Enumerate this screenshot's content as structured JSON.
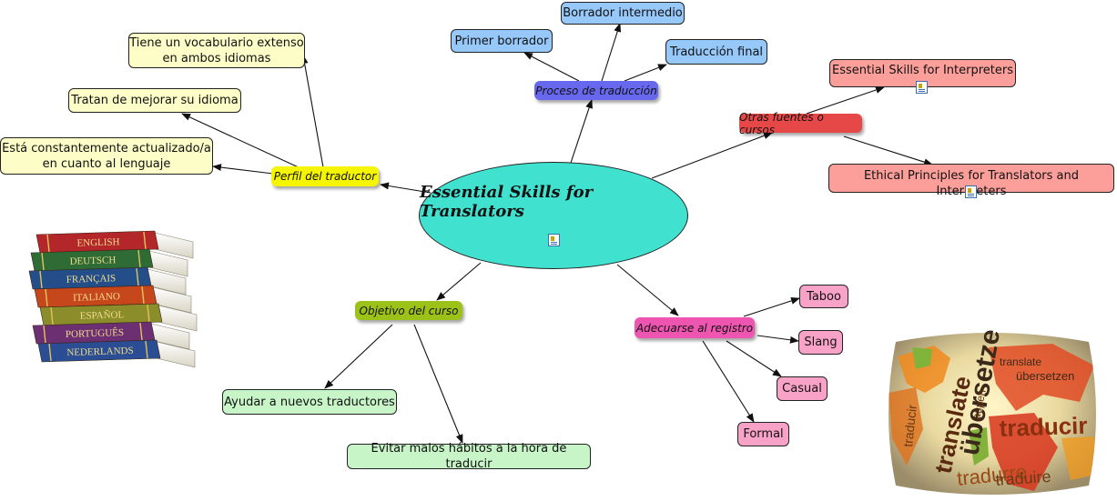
{
  "center": {
    "title": "Essential Skills for Translators",
    "icon": "note-icon"
  },
  "branches": {
    "perfil": {
      "label": "Perfil del traductor",
      "color": "#f5f500"
    },
    "proceso": {
      "label": "Proceso de traducción",
      "color": "#6464ee"
    },
    "otras": {
      "label": "Otras fuentes o cursos",
      "color": "#e64646"
    },
    "objetivo": {
      "label": "Objetivo del curso",
      "color": "#9cc21a"
    },
    "registro": {
      "label": "Adecuarse al registro",
      "color": "#ee55aa"
    }
  },
  "perfil_items": {
    "vocab_line1": "Tiene un vocabulario extenso",
    "vocab_line2": "en ambos idiomas",
    "mejorar": "Tratan de mejorar su idioma",
    "actual_line1": "Está constantemente actualizado/a",
    "actual_line2": "en cuanto al lenguaje"
  },
  "proceso_items": {
    "primer": "Primer borrador",
    "intermedio": "Borrador intermedio",
    "final": "Traducción final"
  },
  "otras_items": {
    "essential": "Essential Skills for Interpreters",
    "ethical": "Ethical Principles for Translators and Interpreters"
  },
  "objetivo_items": {
    "ayudar": "Ayudar a nuevos traductores",
    "evitar": "Evitar malos hábitos a la hora de traducir"
  },
  "registro_items": {
    "taboo": "Taboo",
    "slang": "Slang",
    "casual": "Casual",
    "formal": "Formal"
  },
  "books": {
    "spines": [
      "ENGLISH",
      "DEUTSCH",
      "FRANÇAIS",
      "ITALIANO",
      "ESPAÑOL",
      "PORTUGUÊS",
      "NEDERLANDS"
    ],
    "colors": [
      "#b3262a",
      "#2e6b35",
      "#244e8a",
      "#c7471d",
      "#8a8d2a",
      "#6b2f72",
      "#2a4d93"
    ]
  },
  "globe": {
    "words": [
      "translate",
      "übersetzen",
      "traducir",
      "tradurre",
      "traduire",
      "übersetzen",
      "translate",
      "traducir",
      "aupen"
    ]
  },
  "colors": {
    "perfil_leaf": "#fdfdc8",
    "proceso_leaf": "#96c8fa",
    "otras_leaf": "#fc9f9a",
    "objetivo_leaf": "#c8f5c8",
    "registro_leaf": "#f9a2c8",
    "center": "#40e2cf"
  }
}
